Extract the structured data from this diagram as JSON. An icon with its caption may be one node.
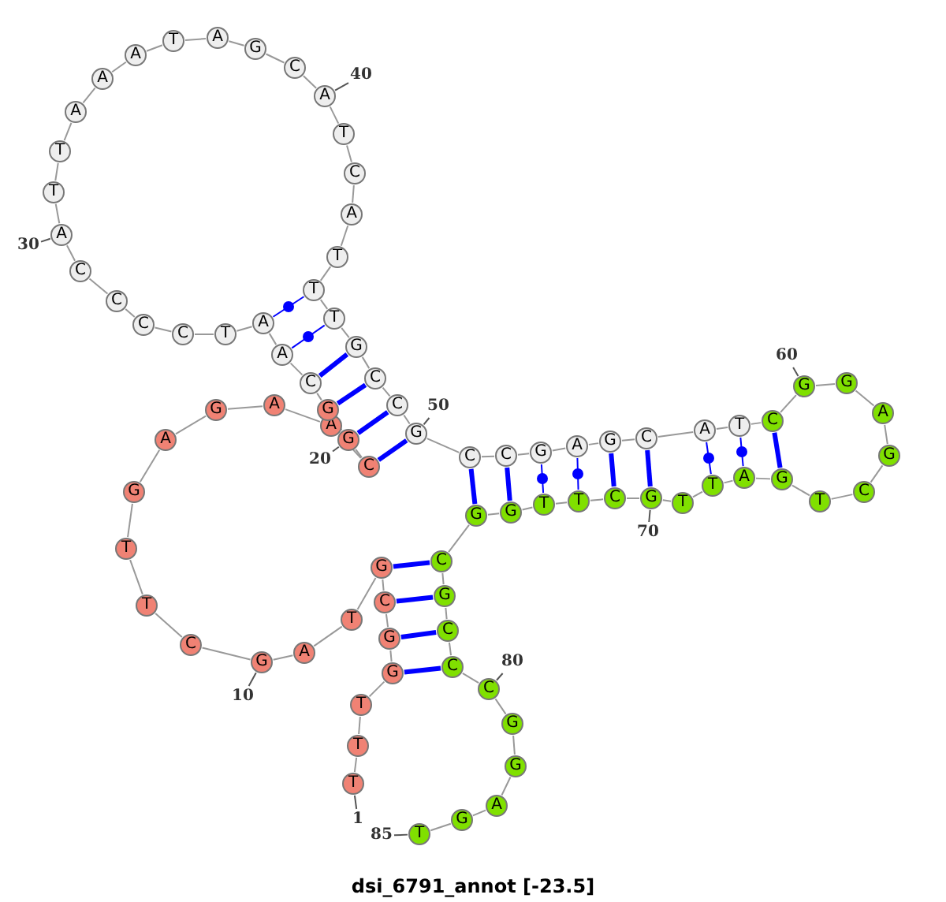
{
  "diagram": {
    "caption": "dsi_6791_annot [-23.5]",
    "nodes": [
      {
        "text": [
          "T"
        ]
      },
      {
        "text": [
          "T"
        ]
      },
      {
        "text": [
          "T"
        ]
      },
      {
        "text": [
          "G"
        ]
      },
      {
        "text": [
          "G"
        ]
      },
      {
        "text": [
          "C"
        ]
      },
      {
        "text": [
          "G"
        ]
      },
      {
        "text": [
          "T"
        ]
      },
      {
        "text": [
          "A"
        ]
      },
      {
        "text": [
          "G"
        ]
      },
      {
        "text": [
          "C"
        ]
      },
      {
        "text": [
          "T"
        ]
      },
      {
        "text": [
          "T"
        ]
      },
      {
        "text": [
          "G"
        ]
      },
      {
        "text": [
          "A"
        ]
      },
      {
        "text": [
          "G"
        ]
      },
      {
        "text": [
          "A"
        ]
      },
      {
        "text": [
          "A"
        ]
      },
      {
        "text": [
          "C"
        ]
      },
      {
        "text": [
          "G"
        ]
      },
      {
        "text": [
          "G"
        ]
      },
      {
        "text": [
          "C"
        ]
      },
      {
        "text": [
          "A"
        ]
      },
      {
        "text": [
          "A"
        ]
      },
      {
        "text": [
          "T"
        ]
      },
      {
        "text": [
          "C"
        ]
      },
      {
        "text": [
          "C"
        ]
      },
      {
        "text": [
          "C"
        ]
      },
      {
        "text": [
          "C"
        ]
      },
      {
        "text": [
          "A"
        ]
      },
      {
        "text": [
          "T"
        ]
      },
      {
        "text": [
          "T"
        ]
      },
      {
        "text": [
          "A"
        ]
      },
      {
        "text": [
          "A"
        ]
      },
      {
        "text": [
          "A"
        ]
      },
      {
        "text": [
          "T"
        ]
      },
      {
        "text": [
          "A"
        ]
      },
      {
        "text": [
          "G"
        ]
      },
      {
        "text": [
          "C"
        ]
      },
      {
        "text": [
          "A"
        ]
      },
      {
        "text": [
          "T"
        ]
      },
      {
        "text": [
          "C"
        ]
      },
      {
        "text": [
          "A"
        ]
      },
      {
        "text": [
          "T"
        ]
      },
      {
        "text": [
          "T"
        ]
      },
      {
        "text": [
          "T"
        ]
      },
      {
        "text": [
          "G"
        ]
      },
      {
        "text": [
          "C"
        ]
      },
      {
        "text": [
          "C"
        ]
      },
      {
        "text": [
          "G"
        ]
      },
      {
        "text": [
          "C"
        ]
      },
      {
        "text": [
          "C"
        ]
      },
      {
        "text": [
          "G"
        ]
      },
      {
        "text": [
          "A"
        ]
      },
      {
        "text": [
          "G"
        ]
      },
      {
        "text": [
          "C"
        ]
      },
      {
        "text": [
          "A"
        ]
      },
      {
        "text": [
          "T"
        ]
      },
      {
        "text": [
          "C"
        ]
      },
      {
        "text": [
          "G"
        ]
      },
      {
        "text": [
          "G"
        ]
      },
      {
        "text": [
          "A"
        ]
      },
      {
        "text": [
          "G"
        ]
      },
      {
        "text": [
          "C"
        ]
      },
      {
        "text": [
          "T"
        ]
      },
      {
        "text": [
          "G"
        ]
      },
      {
        "text": [
          "A"
        ]
      },
      {
        "text": [
          "T"
        ]
      },
      {
        "text": [
          "T"
        ]
      },
      {
        "text": [
          "G"
        ]
      },
      {
        "text": [
          "C"
        ]
      },
      {
        "text": [
          "T"
        ]
      },
      {
        "text": [
          "T"
        ]
      },
      {
        "text": [
          "G"
        ]
      },
      {
        "text": [
          "G"
        ]
      },
      {
        "text": [
          "C"
        ]
      },
      {
        "text": [
          "G"
        ]
      },
      {
        "text": [
          "C"
        ]
      },
      {
        "text": [
          "C"
        ]
      },
      {
        "text": [
          "C"
        ]
      },
      {
        "text": [
          "G"
        ]
      },
      {
        "text": [
          "G"
        ]
      },
      {
        "text": [
          "A"
        ]
      },
      {
        "text": [
          "G"
        ]
      },
      {
        "text": [
          "T"
        ]
      },
      {
        "text": [
          "1"
        ]
      },
      {
        "text": [
          "10"
        ]
      },
      {
        "text": [
          "20"
        ]
      },
      {
        "text": [
          "30"
        ]
      },
      {
        "text": [
          "40"
        ]
      },
      {
        "text": [
          "50"
        ]
      },
      {
        "text": [
          "60"
        ]
      },
      {
        "text": [
          "70"
        ]
      },
      {
        "text": [
          "80"
        ]
      },
      {
        "text": [
          "85"
        ]
      }
    ],
    "edges": [
      {
        "from": 0,
        "to": 1,
        "arrow": "none"
      },
      {
        "from": 1,
        "to": 2,
        "arrow": "none"
      },
      {
        "from": 2,
        "to": 3,
        "arrow": "none"
      },
      {
        "from": 3,
        "to": 4,
        "arrow": "none"
      },
      {
        "from": 4,
        "to": 5,
        "arrow": "none"
      },
      {
        "from": 5,
        "to": 6,
        "arrow": "none"
      },
      {
        "from": 6,
        "to": 7,
        "arrow": "none"
      },
      {
        "from": 7,
        "to": 8,
        "arrow": "none"
      },
      {
        "from": 8,
        "to": 9,
        "arrow": "none"
      },
      {
        "from": 9,
        "to": 10,
        "arrow": "none"
      },
      {
        "from": 10,
        "to": 11,
        "arrow": "none"
      },
      {
        "from": 11,
        "to": 12,
        "arrow": "none"
      },
      {
        "from": 12,
        "to": 13,
        "arrow": "none"
      },
      {
        "from": 13,
        "to": 14,
        "arrow": "none"
      },
      {
        "from": 14,
        "to": 15,
        "arrow": "none"
      },
      {
        "from": 15,
        "to": 16,
        "arrow": "none"
      },
      {
        "from": 16,
        "to": 17,
        "arrow": "none"
      },
      {
        "from": 17,
        "to": 18,
        "arrow": "none"
      },
      {
        "from": 18,
        "to": 19,
        "arrow": "none"
      },
      {
        "from": 19,
        "to": 20,
        "arrow": "none"
      },
      {
        "from": 20,
        "to": 21,
        "arrow": "none"
      },
      {
        "from": 21,
        "to": 22,
        "arrow": "none"
      },
      {
        "from": 22,
        "to": 23,
        "arrow": "none"
      },
      {
        "from": 23,
        "to": 24,
        "arrow": "none"
      },
      {
        "from": 24,
        "to": 25,
        "arrow": "none"
      },
      {
        "from": 25,
        "to": 26,
        "arrow": "none"
      },
      {
        "from": 26,
        "to": 27,
        "arrow": "none"
      },
      {
        "from": 27,
        "to": 28,
        "arrow": "none"
      },
      {
        "from": 28,
        "to": 29,
        "arrow": "none"
      },
      {
        "from": 29,
        "to": 30,
        "arrow": "none"
      },
      {
        "from": 30,
        "to": 31,
        "arrow": "none"
      },
      {
        "from": 31,
        "to": 32,
        "arrow": "none"
      },
      {
        "from": 32,
        "to": 33,
        "arrow": "none"
      },
      {
        "from": 33,
        "to": 34,
        "arrow": "none"
      },
      {
        "from": 34,
        "to": 35,
        "arrow": "none"
      },
      {
        "from": 35,
        "to": 36,
        "arrow": "none"
      },
      {
        "from": 36,
        "to": 37,
        "arrow": "none"
      },
      {
        "from": 37,
        "to": 38,
        "arrow": "none"
      },
      {
        "from": 38,
        "to": 39,
        "arrow": "none"
      },
      {
        "from": 39,
        "to": 40,
        "arrow": "none"
      },
      {
        "from": 40,
        "to": 41,
        "arrow": "none"
      },
      {
        "from": 41,
        "to": 42,
        "arrow": "none"
      },
      {
        "from": 42,
        "to": 43,
        "arrow": "none"
      },
      {
        "from": 43,
        "to": 44,
        "arrow": "none"
      },
      {
        "from": 44,
        "to": 45,
        "arrow": "none"
      },
      {
        "from": 45,
        "to": 46,
        "arrow": "none"
      },
      {
        "from": 46,
        "to": 47,
        "arrow": "none"
      },
      {
        "from": 47,
        "to": 48,
        "arrow": "none"
      },
      {
        "from": 48,
        "to": 49,
        "arrow": "none"
      },
      {
        "from": 49,
        "to": 50,
        "arrow": "none"
      },
      {
        "from": 50,
        "to": 51,
        "arrow": "none"
      },
      {
        "from": 51,
        "to": 52,
        "arrow": "none"
      },
      {
        "from": 52,
        "to": 53,
        "arrow": "none"
      },
      {
        "from": 53,
        "to": 54,
        "arrow": "none"
      },
      {
        "from": 54,
        "to": 55,
        "arrow": "none"
      },
      {
        "from": 55,
        "to": 56,
        "arrow": "none"
      },
      {
        "from": 56,
        "to": 57,
        "arrow": "none"
      },
      {
        "from": 57,
        "to": 58,
        "arrow": "none"
      },
      {
        "from": 58,
        "to": 59,
        "arrow": "none"
      },
      {
        "from": 59,
        "to": 60,
        "arrow": "none"
      },
      {
        "from": 60,
        "to": 61,
        "arrow": "none"
      },
      {
        "from": 61,
        "to": 62,
        "arrow": "none"
      },
      {
        "from": 62,
        "to": 63,
        "arrow": "none"
      },
      {
        "from": 63,
        "to": 64,
        "arrow": "none"
      },
      {
        "from": 64,
        "to": 65,
        "arrow": "none"
      },
      {
        "from": 65,
        "to": 66,
        "arrow": "none"
      },
      {
        "from": 66,
        "to": 67,
        "arrow": "none"
      },
      {
        "from": 67,
        "to": 68,
        "arrow": "none"
      },
      {
        "from": 68,
        "to": 69,
        "arrow": "none"
      },
      {
        "from": 69,
        "to": 70,
        "arrow": "none"
      },
      {
        "from": 70,
        "to": 71,
        "arrow": "none"
      },
      {
        "from": 71,
        "to": 72,
        "arrow": "none"
      },
      {
        "from": 72,
        "to": 73,
        "arrow": "none"
      },
      {
        "from": 73,
        "to": 74,
        "arrow": "none"
      },
      {
        "from": 74,
        "to": 75,
        "arrow": "none"
      },
      {
        "from": 75,
        "to": 76,
        "arrow": "none"
      },
      {
        "from": 76,
        "to": 77,
        "arrow": "none"
      },
      {
        "from": 77,
        "to": 78,
        "arrow": "none"
      },
      {
        "from": 78,
        "to": 79,
        "arrow": "none"
      },
      {
        "from": 79,
        "to": 80,
        "arrow": "none"
      },
      {
        "from": 80,
        "to": 81,
        "arrow": "none"
      },
      {
        "from": 81,
        "to": 82,
        "arrow": "none"
      },
      {
        "from": 82,
        "to": 83,
        "arrow": "none"
      },
      {
        "from": 83,
        "to": 84,
        "arrow": "none"
      },
      {
        "from": 3,
        "to": 78,
        "arrow": "none",
        "style": "thick",
        "color": "#0000ff"
      },
      {
        "from": 4,
        "to": 77,
        "arrow": "none",
        "style": "thick",
        "color": "#0000ff"
      },
      {
        "from": 5,
        "to": 76,
        "arrow": "none",
        "style": "thick",
        "color": "#0000ff"
      },
      {
        "from": 6,
        "to": 75,
        "arrow": "none",
        "style": "thick",
        "color": "#0000ff"
      },
      {
        "from": 18,
        "to": 49,
        "arrow": "none",
        "style": "thick",
        "color": "#0000ff"
      },
      {
        "from": 19,
        "to": 48,
        "arrow": "none",
        "style": "thick",
        "color": "#0000ff"
      },
      {
        "from": 20,
        "to": 47,
        "arrow": "none",
        "style": "thick",
        "color": "#0000ff"
      },
      {
        "from": 21,
        "to": 46,
        "arrow": "none",
        "style": "thick",
        "color": "#0000ff"
      },
      {
        "from": 22,
        "to": 45,
        "arrow": "none",
        "color": "#0000ff"
      },
      {
        "from": 23,
        "to": 44,
        "arrow": "none",
        "color": "#0000ff"
      },
      {
        "from": 50,
        "to": 74,
        "arrow": "none",
        "style": "thick",
        "color": "#0000ff"
      },
      {
        "from": 51,
        "to": 73,
        "arrow": "none",
        "style": "thick",
        "color": "#0000ff"
      },
      {
        "from": 52,
        "to": 72,
        "arrow": "none",
        "color": "#0000ff"
      },
      {
        "from": 53,
        "to": 71,
        "arrow": "none",
        "color": "#0000ff"
      },
      {
        "from": 54,
        "to": 70,
        "arrow": "none",
        "style": "thick",
        "color": "#0000ff"
      },
      {
        "from": 55,
        "to": 69,
        "arrow": "none",
        "style": "thick",
        "color": "#0000ff"
      },
      {
        "from": 56,
        "to": 67,
        "arrow": "none",
        "color": "#0000ff"
      },
      {
        "from": 57,
        "to": 66,
        "arrow": "none",
        "color": "#0000ff"
      },
      {
        "from": 58,
        "to": 65,
        "arrow": "none",
        "style": "thick",
        "color": "#0000ff"
      },
      {
        "from": 85,
        "to": 0,
        "arrow": "none",
        "color": "#555555"
      },
      {
        "from": 86,
        "to": 9,
        "arrow": "none",
        "color": "#555555"
      },
      {
        "from": 87,
        "to": 19,
        "arrow": "none",
        "color": "#555555"
      },
      {
        "from": 88,
        "to": 29,
        "arrow": "none",
        "color": "#555555"
      },
      {
        "from": 89,
        "to": 39,
        "arrow": "none",
        "color": "#555555"
      },
      {
        "from": 90,
        "to": 49,
        "arrow": "none",
        "color": "#555555"
      },
      {
        "from": 91,
        "to": 59,
        "arrow": "none",
        "color": "#555555"
      },
      {
        "from": 92,
        "to": 69,
        "arrow": "none",
        "color": "#555555"
      },
      {
        "from": 93,
        "to": 79,
        "arrow": "none",
        "color": "#555555"
      },
      {
        "from": 94,
        "to": 84,
        "arrow": "none",
        "color": "#555555"
      }
    ]
  }
}
